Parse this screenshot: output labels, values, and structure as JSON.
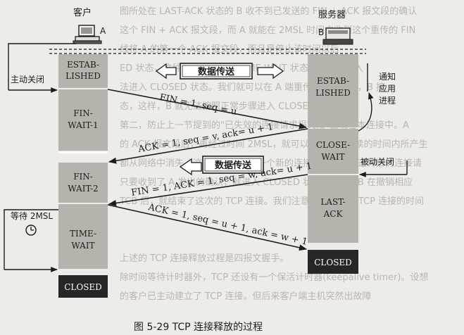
{
  "hosts": {
    "client": {
      "label": "客户",
      "letter": "A"
    },
    "server": {
      "label": "服务器",
      "letter": "B"
    }
  },
  "client_states": [
    {
      "line1": "ESTAB-",
      "line2": "LISHED"
    },
    {
      "line1": "FIN-",
      "line2": "WAIT-1"
    },
    {
      "line1": "FIN-",
      "line2": "WAIT-2"
    },
    {
      "line1": "TIME-",
      "line2": "WAIT"
    }
  ],
  "client_closed": "CLOSED",
  "server_states": [
    {
      "line1": "ESTAB-",
      "line2": "LISHED"
    },
    {
      "line1": "CLOSE-",
      "line2": "WAIT"
    },
    {
      "line1": "LAST-",
      "line2": "ACK"
    }
  ],
  "server_closed": "CLOSED",
  "side_labels": {
    "active_close": "主动关闭",
    "passive_close": "被动关闭",
    "notify_app": [
      "通知",
      "应用",
      "进程"
    ],
    "wait_2msl": "等待 2MSL"
  },
  "data_transfer_1": "数据传送",
  "data_transfer_2": "数据传送",
  "messages": [
    "FIN = 1, seq = u",
    "ACK = 1, seq = v, ack= u + 1",
    "FIN = 1, ACK = 1, seq = w, ack= u + 1",
    "ACK = 1, seq = u + 1, ack = w + 1"
  ],
  "caption": "图 5-29   TCP 连接释放的过程",
  "bg_text": [
    "图所处在 LAST-ACK 状态的 B 收不到已发送的 FIN + ACK 报文段的确认",
    "这个 FIN + ACK 报文段，而 A 就能在 2MSL 时间内收到这个重传的 FIN",
    "线将 A 的第一个 ACK 报文段，而且是停止该时间以后",
    "ED 状态，这种情况下，A 的 TIME-WAIT 状态，不能再进入",
    "法进入 CLOSED 状态。我们就可以在 A 端重传这个报文段，B 按",
    "态，这样，B 就无法按照正常步骤进入 CLOSED 状态。",
    "第二，防止上一节提到的\"已失效的连接请求报文段\"出现在本连接中。A",
    "的 ACK 报文段后，再经过时间 2MSL，就可以使本连接持续的时间内所产生",
    "都从网络中消失。这样就可以使下一个新的连接中不会出现这种旧的连接请",
    "只要收到了 A 发出的确认，就进入 CLOSED 状态。同样，B 在撤销相应",
    "TCB 后，就结束了这次的 TCP 连接。我们注意到，B 结束 TCP 连接的时间",
    "",
    "",
    "上述的 TCP 连接释放过程是四报文握手。",
    "除时间等待计时器外，TCP 还设有一个保活计时器(keepalive timer)。设想",
    "的客户已主动建立了 TCP 连接。但后来客户端主机突然出故障"
  ],
  "colors": {
    "ink": "#1c1c1c",
    "state_box": "#b6b3ad",
    "closed_box": "#262626",
    "paper": "#eeece8"
  }
}
